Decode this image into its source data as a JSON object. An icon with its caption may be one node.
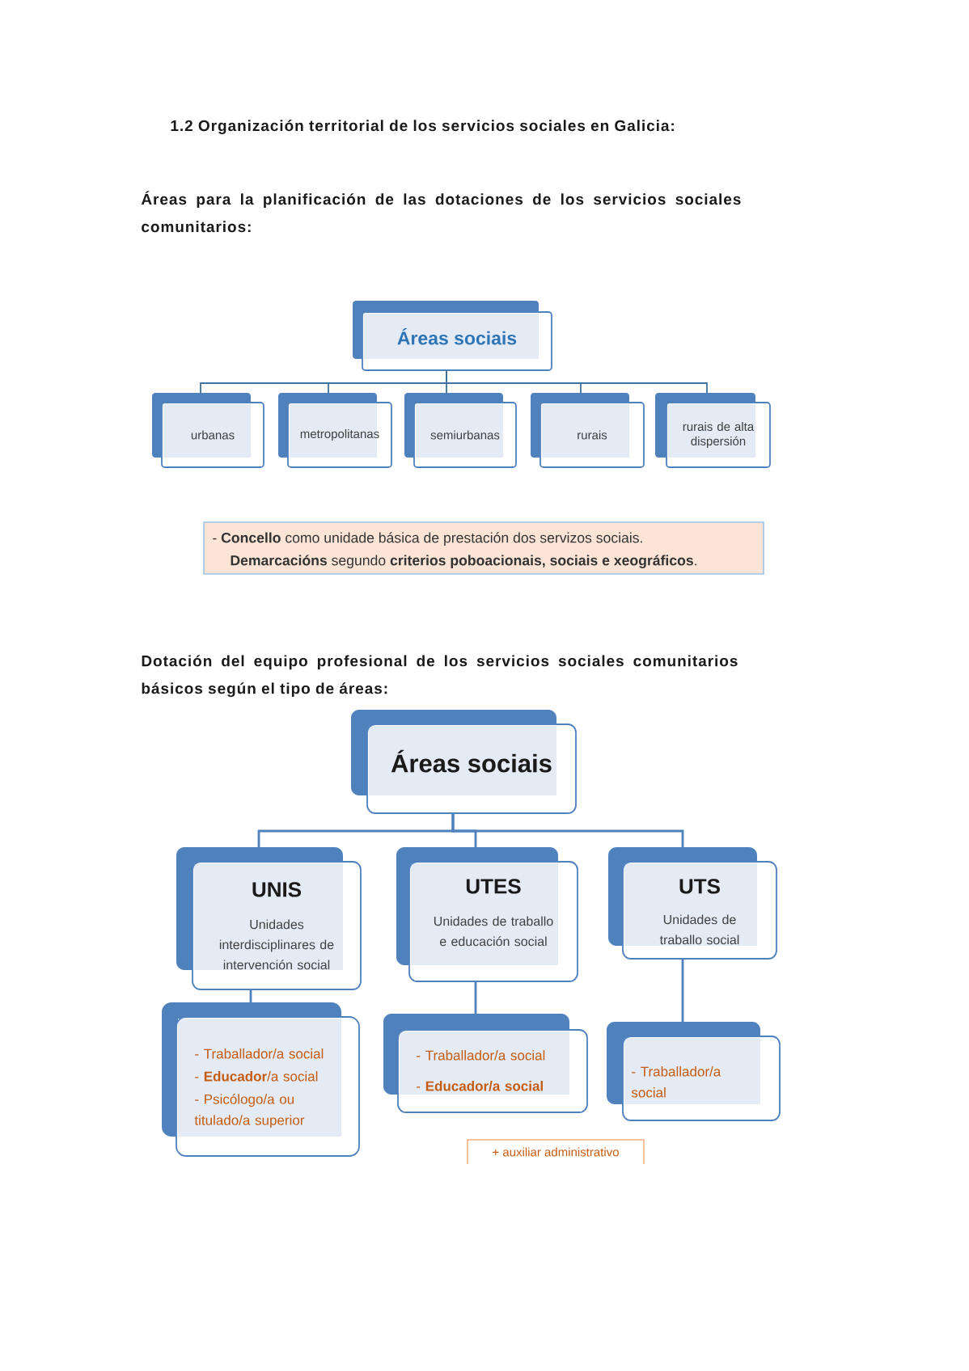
{
  "diagram": {
    "title": "1.2 Organización territorial de los servicios sociales en Galicia:",
    "nodes": [
      {
        "text": [
          "Áreas sociais"
        ]
      },
      {
        "text": [
          "urbanas"
        ]
      },
      {
        "text": [
          "metropolitanas"
        ]
      },
      {
        "text": [
          "semiurbanas"
        ]
      },
      {
        "text": [
          "rurais"
        ]
      },
      {
        "text": [
          "rurais de alta dispersión"
        ]
      },
      {
        "text": [
          "- **Concello** como unidade básica de prestación dos servizos sociais.",
          "**Demarcacións** segundo **criterios poboacionais, sociais e xeográficos**."
        ]
      },
      {
        "text": [
          "Áreas sociais"
        ]
      },
      {
        "text": [
          "UNIS",
          "Unidades interdisciplinares de intervención social"
        ]
      },
      {
        "text": [
          "UTES",
          "Unidades de traballo e educación social"
        ]
      },
      {
        "text": [
          "UTS",
          "Unidades de traballo social"
        ]
      },
      {
        "text": [
          "- Traballador/a social",
          "- **Educador**/a social",
          "- Psicólogo/a ou titulado/a superior"
        ]
      },
      {
        "text": [
          "- Traballador/a social",
          "- **Educador/a social**"
        ]
      },
      {
        "text": [
          "- Traballador/a social"
        ]
      },
      {
        "text": [
          "+ auxiliar administrativo"
        ]
      }
    ],
    "edges": [
      {
        "from": 0,
        "to": 1,
        "arrow": "none"
      },
      {
        "from": 0,
        "to": 2,
        "arrow": "none"
      },
      {
        "from": 0,
        "to": 3,
        "arrow": "none"
      },
      {
        "from": 0,
        "to": 4,
        "arrow": "none"
      },
      {
        "from": 0,
        "to": 5,
        "arrow": "none"
      },
      {
        "from": 7,
        "to": 8,
        "arrow": "none"
      },
      {
        "from": 7,
        "to": 9,
        "arrow": "none"
      },
      {
        "from": 7,
        "to": 10,
        "arrow": "none"
      },
      {
        "from": 8,
        "to": 11,
        "arrow": "none"
      },
      {
        "from": 9,
        "to": 12,
        "arrow": "none"
      },
      {
        "from": 10,
        "to": 13,
        "arrow": "none"
      }
    ],
    "labels": [
      "Áreas para la planificación de las dotaciones de los servicios sociales comunitarios:",
      "Dotación del equipo profesional de los servicios sociales comunitarios básicos según el tipo de áreas:"
    ]
  }
}
